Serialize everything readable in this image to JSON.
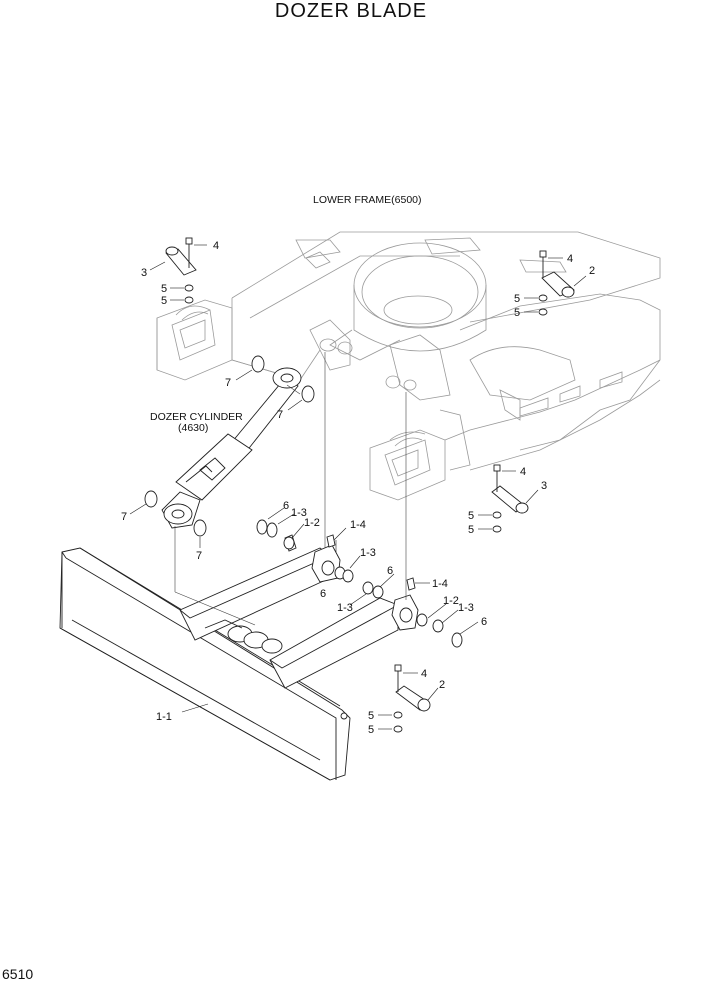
{
  "title": "DOZER BLADE",
  "page_number": "6510",
  "assembly_labels": {
    "lower_frame": "LOWER FRAME(6500)",
    "dozer_cylinder_line1": "DOZER CYLINDER",
    "dozer_cylinder_line2": "(4630)"
  },
  "callouts": [
    {
      "id": "c1",
      "text": "4"
    },
    {
      "id": "c2",
      "text": "3"
    },
    {
      "id": "c3",
      "text": "5"
    },
    {
      "id": "c4",
      "text": "5"
    },
    {
      "id": "c5",
      "text": "4"
    },
    {
      "id": "c6",
      "text": "2"
    },
    {
      "id": "c7",
      "text": "5"
    },
    {
      "id": "c8",
      "text": "5"
    },
    {
      "id": "c9",
      "text": "7"
    },
    {
      "id": "c10",
      "text": "7"
    },
    {
      "id": "c11",
      "text": "4"
    },
    {
      "id": "c12",
      "text": "3"
    },
    {
      "id": "c13",
      "text": "5"
    },
    {
      "id": "c14",
      "text": "5"
    },
    {
      "id": "c15",
      "text": "7"
    },
    {
      "id": "c16",
      "text": "7"
    },
    {
      "id": "c17",
      "text": "6"
    },
    {
      "id": "c18",
      "text": "1-3"
    },
    {
      "id": "c19",
      "text": "1-2"
    },
    {
      "id": "c20",
      "text": "1-4"
    },
    {
      "id": "c21",
      "text": "1-3"
    },
    {
      "id": "c22",
      "text": "6"
    },
    {
      "id": "c23",
      "text": "6"
    },
    {
      "id": "c24",
      "text": "1-4"
    },
    {
      "id": "c25",
      "text": "1-3"
    },
    {
      "id": "c26",
      "text": "1-2"
    },
    {
      "id": "c27",
      "text": "1-3"
    },
    {
      "id": "c28",
      "text": "6"
    },
    {
      "id": "c29",
      "text": "4"
    },
    {
      "id": "c30",
      "text": "2"
    },
    {
      "id": "c31",
      "text": "5"
    },
    {
      "id": "c32",
      "text": "5"
    },
    {
      "id": "c33",
      "text": "1-1"
    }
  ]
}
